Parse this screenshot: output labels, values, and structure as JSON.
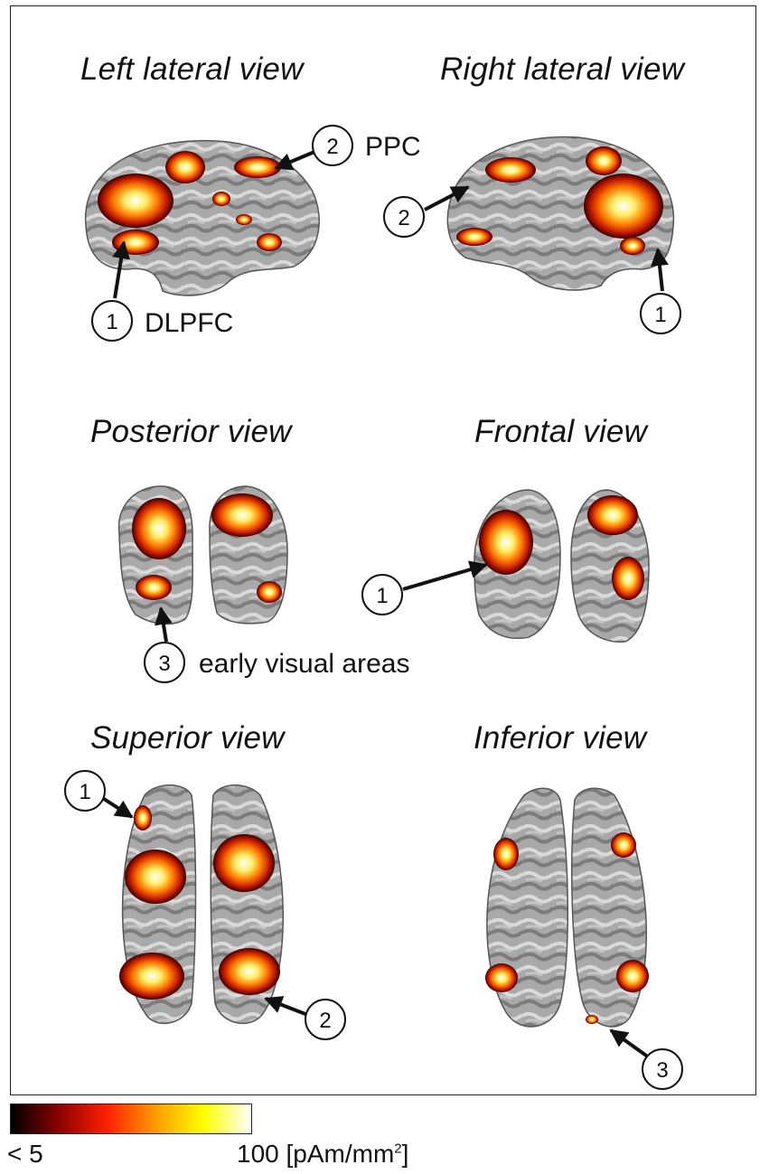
{
  "views": {
    "left_lateral": "Left lateral view",
    "right_lateral": "Right lateral view",
    "posterior": "Posterior view",
    "frontal": "Frontal view",
    "superior": "Superior view",
    "inferior": "Inferior view"
  },
  "regions": {
    "r1": {
      "number": "1",
      "name": "DLPFC"
    },
    "r2": {
      "number": "2",
      "name": "PPC"
    },
    "r3": {
      "number": "3",
      "name": "early visual areas"
    }
  },
  "colorbar": {
    "min_label": "< 5",
    "max_label": "100 [pAm/mm",
    "unit_superscript": "2",
    "unit_close": "]",
    "colors": [
      "#000000",
      "#8b0000",
      "#ff2000",
      "#ff9a00",
      "#ffff00",
      "#ffffff"
    ]
  },
  "colors": {
    "brain_dark": "#6e6e6e",
    "brain_light": "#bdbdbd",
    "activation_hot": "#ff3c00",
    "activation_core": "#ffe84a"
  }
}
